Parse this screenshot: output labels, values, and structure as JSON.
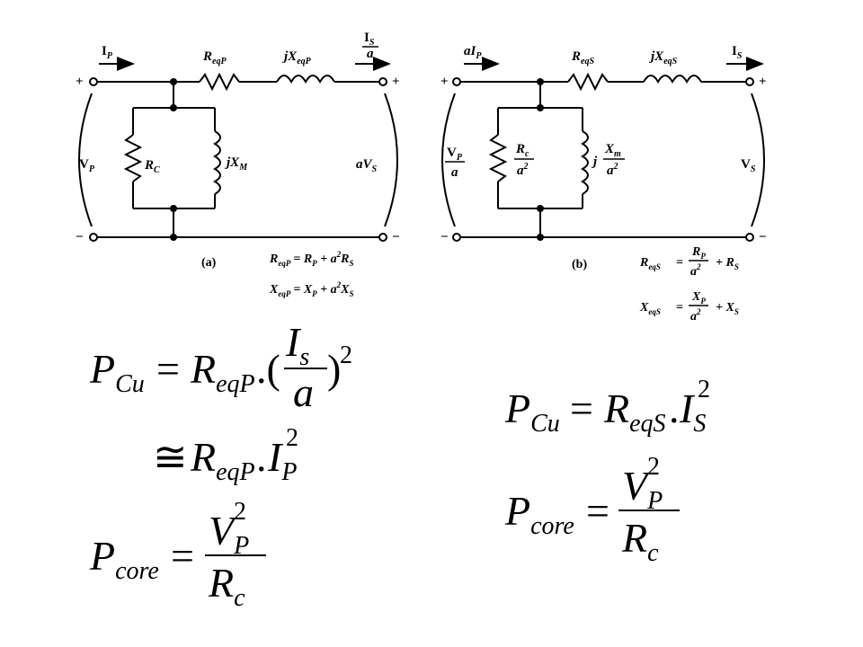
{
  "circuit_a": {
    "current_in": "I",
    "current_in_sub": "P",
    "resistor_series": "R",
    "resistor_series_sub": "eqP",
    "reactance_series": "jX",
    "reactance_series_sub": "eqP",
    "current_out_num": "I",
    "current_out_num_sub": "S",
    "current_out_den": "a",
    "voltage_left": "V",
    "voltage_left_sub": "P",
    "voltage_right": "aV",
    "voltage_right_sub": "S",
    "shunt_resistor": "R",
    "shunt_resistor_sub": "C",
    "shunt_reactance": "jX",
    "shunt_reactance_sub": "M",
    "plus": "+",
    "minus": "−",
    "caption": "(a)",
    "formula_r_lhs": "R",
    "formula_r_lhs_sub": "eqP",
    "formula_r_rhs": "= R",
    "formula_r_rhs_sub1": "P",
    "formula_r_rhs_mid": " + a",
    "formula_r_rhs_sup": "2",
    "formula_r_rhs_end": "R",
    "formula_r_rhs_sub2": "S",
    "formula_x_lhs": "X",
    "formula_x_lhs_sub": "eqP",
    "formula_x_rhs": "= X",
    "formula_x_rhs_sub1": "P",
    "formula_x_rhs_mid": " + a",
    "formula_x_rhs_sup": "2",
    "formula_x_rhs_end": "X",
    "formula_x_rhs_sub2": "S"
  },
  "circuit_b": {
    "current_in": "aI",
    "current_in_sub": "P",
    "resistor_series": "R",
    "resistor_series_sub": "eqS",
    "reactance_series": "jX",
    "reactance_series_sub": "eqS",
    "current_out": "I",
    "current_out_sub": "S",
    "voltage_left_num": "V",
    "voltage_left_num_sub": "P",
    "voltage_left_den": "a",
    "voltage_right": "V",
    "voltage_right_sub": "S",
    "shunt_resistor_num": "R",
    "shunt_resistor_num_sub": "c",
    "shunt_resistor_den": "a",
    "shunt_resistor_den_sup": "2",
    "shunt_reactance_j": "j",
    "shunt_reactance_num": "X",
    "shunt_reactance_num_sub": "m",
    "shunt_reactance_den": "a",
    "shunt_reactance_den_sup": "2",
    "plus": "+",
    "minus": "−",
    "caption": "(b)",
    "formula_r_lhs": "R",
    "formula_r_lhs_sub": "eqS",
    "formula_r_eq": "=",
    "formula_r_num": "R",
    "formula_r_num_sub": "P",
    "formula_r_den": "a",
    "formula_r_den_sup": "2",
    "formula_r_tail": "+ R",
    "formula_r_tail_sub": "S",
    "formula_x_lhs": "X",
    "formula_x_lhs_sub": "eqS",
    "formula_x_eq": "=",
    "formula_x_num": "X",
    "formula_x_num_sub": "P",
    "formula_x_den": "a",
    "formula_x_den_sup": "2",
    "formula_x_tail": "+ X",
    "formula_x_tail_sub": "S"
  },
  "equations": {
    "pcu_primary": {
      "lhs": "P",
      "lhs_sub": "Cu",
      "eq": "=",
      "r": "R",
      "r_sub": "eqP",
      "dot": ".(",
      "frac_num": "I",
      "frac_num_sub": "s",
      "frac_den": "a",
      "close": ")",
      "sup": "2"
    },
    "pcu_approx": {
      "approx": "≅",
      "r": "R",
      "r_sub": "eqP",
      "dot": ".",
      "i": "I",
      "i_sub": "P",
      "sup": "2"
    },
    "pcore_primary": {
      "lhs": "P",
      "lhs_sub": "core",
      "eq": "=",
      "num": "V",
      "num_sub": "P",
      "num_sup": "2",
      "den": "R",
      "den_sub": "c"
    },
    "pcu_secondary": {
      "lhs": "P",
      "lhs_sub": "Cu",
      "eq": "=",
      "r": "R",
      "r_sub": "eqS",
      "dot": ".",
      "i": "I",
      "i_sub": "S",
      "sup": "2"
    },
    "pcore_secondary": {
      "lhs": "P",
      "lhs_sub": "core",
      "eq": "=",
      "num": "V",
      "num_sub": "P",
      "num_sup": "2",
      "den": "R",
      "den_sub": "c"
    }
  }
}
